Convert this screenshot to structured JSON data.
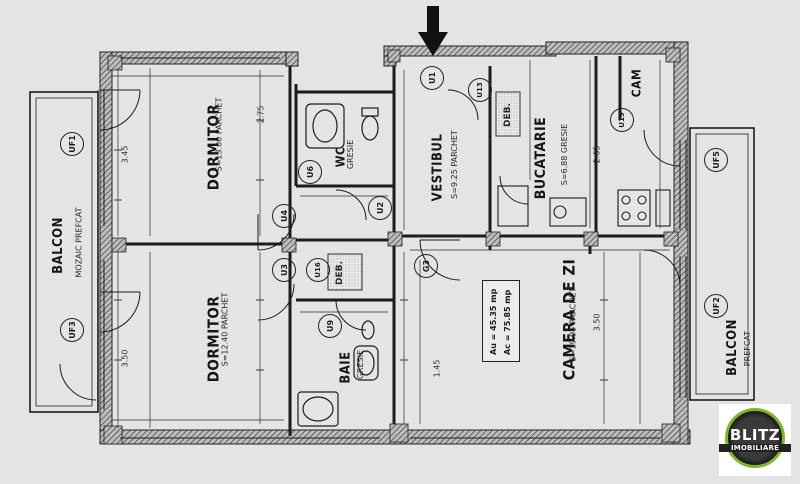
{
  "rooms": {
    "dormitor_top": {
      "name": "DORMITOR",
      "detail": "S=13.00 PARCHET"
    },
    "dormitor_bottom": {
      "name": "DORMITOR",
      "detail": "S=12.40 PARCHET"
    },
    "wc": {
      "name": "WC",
      "detail": "GRESIE"
    },
    "baie": {
      "name": "BAIE",
      "detail": "GRESIE"
    },
    "vestibul": {
      "name": "VESTIBUL",
      "detail": "S=9.25 PARCHET"
    },
    "bucatarie": {
      "name": "BUCATARIE",
      "detail": "S=6.88 GRESIE"
    },
    "camera_de_zi": {
      "name": "CAMERA DE ZI",
      "detail": "S=19.95 PARCHET"
    },
    "cam": {
      "name": "CAM"
    },
    "balcon_left": {
      "name": "BALCON",
      "detail": "MOZAIC PREFCAT"
    },
    "balcon_right": {
      "name": "BALCON",
      "detail": "PREFCAT"
    },
    "deb_top": {
      "name": "DEB."
    },
    "deb_mid": {
      "name": "DEB."
    }
  },
  "area_summary": {
    "line1": "Au = 45.35 mp",
    "line2": "Ac = 75.85 mp"
  },
  "tags": {
    "u1": "U1",
    "u2": "U2",
    "u3": "U3",
    "u4": "U4",
    "u6": "U6",
    "u9": "U9",
    "u13": "U13",
    "u16": "U16",
    "u19": "U19",
    "g3": "G3",
    "uf1": "UF1",
    "uf2": "UF2",
    "uf3": "UF3",
    "uf5": "UF5"
  },
  "dimensions": {
    "d1": "3.50",
    "d2": "2.65",
    "d3": "3.50",
    "d4": "3.45",
    "d5": "1.45",
    "d6": "2.75"
  },
  "logo": {
    "word": "BLITZ",
    "sub": "IMOBILIARE",
    "ring_color": "#7fb52a"
  },
  "colors": {
    "paper": "#e4e4e2",
    "ink": "#1c1c1c",
    "wall_hatch": "#4a4a4a"
  }
}
